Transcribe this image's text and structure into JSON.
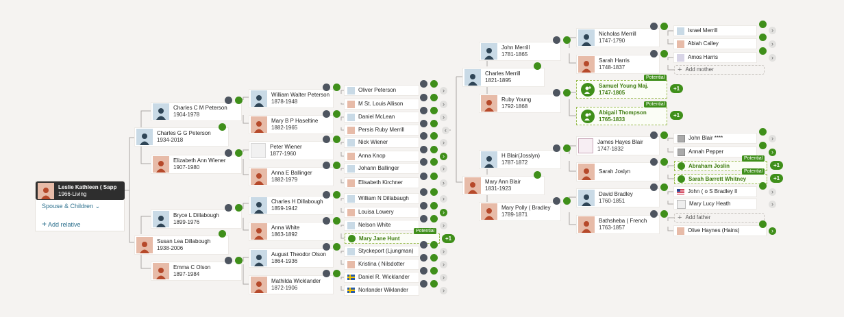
{
  "root": {
    "name": "Leslie Kathleen ( Sapp",
    "dates": "1966-Living",
    "spouse_link": "Spouse & Children",
    "add_relative": "Add relative"
  },
  "gen1": [
    {
      "name": "Charles G G Peterson",
      "dates": "1934-2018"
    },
    {
      "name": "Susan Lea Dillabough",
      "dates": "1938-2006"
    }
  ],
  "gen2": [
    {
      "name": "Charles C M Peterson",
      "dates": "1904-1978"
    },
    {
      "name": "Elizabeth Ann Wiener",
      "dates": "1907-1980"
    },
    {
      "name": "Bryce L Dillabough",
      "dates": "1899-1976"
    },
    {
      "name": "Emma C Olson",
      "dates": "1897-1984"
    }
  ],
  "gen3": [
    {
      "name": "William Walter Peterson",
      "dates": "1878-1948"
    },
    {
      "name": "Mary B P Haseltine",
      "dates": "1882-1965"
    },
    {
      "name": "Peter Wiener",
      "dates": "1877-1960"
    },
    {
      "name": "Anna E Ballinger",
      "dates": "1882-1979"
    },
    {
      "name": "Charles H Dillabough",
      "dates": "1859-1942"
    },
    {
      "name": "Anna White",
      "dates": "1863-1892"
    },
    {
      "name": "August Theodor Olson",
      "dates": "1864-1936"
    },
    {
      "name": "Mathilda Wicklander",
      "dates": "1872-1906"
    }
  ],
  "gen4": [
    {
      "name": "Oliver Peterson"
    },
    {
      "name": "M St. Louis Allison"
    },
    {
      "name": "Daniel McLean"
    },
    {
      "name": "Persis Ruby Merrill"
    },
    {
      "name": "Nick Wiener"
    },
    {
      "name": "Anna Knop"
    },
    {
      "name": "Johann Ballinger"
    },
    {
      "name": "Elisabeth Kirchner"
    },
    {
      "name": "William N Dillabaugh"
    },
    {
      "name": "Louisa Lowery"
    },
    {
      "name": "Nelson White"
    },
    {
      "name": "Mary Jane Hunt"
    },
    {
      "name": "Styckeport (Ljungman)"
    },
    {
      "name": "Kristina ( Nilsdotter"
    },
    {
      "name": "Daniel R. Wicklander"
    },
    {
      "name": "Norlander Wiklander"
    }
  ],
  "right": {
    "charles_merrill": {
      "name": "Charles Merrill",
      "dates": "1821-1895"
    },
    "john_merrill": {
      "name": "John Merrill",
      "dates": "1781-1865"
    },
    "ruby_young": {
      "name": "Ruby Young",
      "dates": "1792-1868"
    },
    "nicholas_merrill": {
      "name": "Nicholas Merrill",
      "dates": "1747-1790"
    },
    "sarah_harris": {
      "name": "Sarah Harris",
      "dates": "1748-1837"
    },
    "samuel_young": {
      "name": "Samuel Young Maj.",
      "dates": "1747-1805"
    },
    "abigail_thompson": {
      "name": "Abigail Thompson",
      "dates": "1765-1833"
    },
    "israel_merrill": {
      "name": "Israel Merrill"
    },
    "abiah_calley": {
      "name": "Abiah Calley"
    },
    "amos_harris": {
      "name": "Amos Harris"
    },
    "add_mother": "Add mother",
    "mary_ann_blair": {
      "name": "Mary Ann Blair",
      "dates": "1831-1923"
    },
    "h_blair": {
      "name": "H Blair(Josslyn)",
      "dates": "1787-1872"
    },
    "mary_polly": {
      "name": "Mary Polly ( Bradley",
      "dates": "1789-1871"
    },
    "james_blair": {
      "name": "James Hayes Blair",
      "dates": "1747-1832"
    },
    "sarah_joslyn": {
      "name": "Sarah Joslyn"
    },
    "david_bradley": {
      "name": "David Bradley",
      "dates": "1760-1851"
    },
    "bathsheba": {
      "name": "Bathsheba ( French",
      "dates": "1763-1857"
    },
    "john_blair": {
      "name": "John Blair ****"
    },
    "annah_pepper": {
      "name": "Annah Pepper"
    },
    "abraham_joslin": {
      "name": "Abraham Joslin"
    },
    "sarah_whitney": {
      "name": "Sarah Barrett Whitney"
    },
    "john_bradley": {
      "name": "John ( o S Bradley II"
    },
    "mary_lucy_heath": {
      "name": "Mary Lucy Heath"
    },
    "add_father": "Add father",
    "olive_haynes": {
      "name": "Olive Haynes (Hains)"
    }
  },
  "labels": {
    "potential": "Potential",
    "plus_one": "+1",
    "chevron_right": "›",
    "chevron_left": "‹",
    "chevron_down": "⌄"
  },
  "colors": {
    "accent_green": "#3f8f1a",
    "link_blue": "#2a6e8c",
    "root_bg": "#2e2e2e",
    "background": "#f5f3f1"
  }
}
